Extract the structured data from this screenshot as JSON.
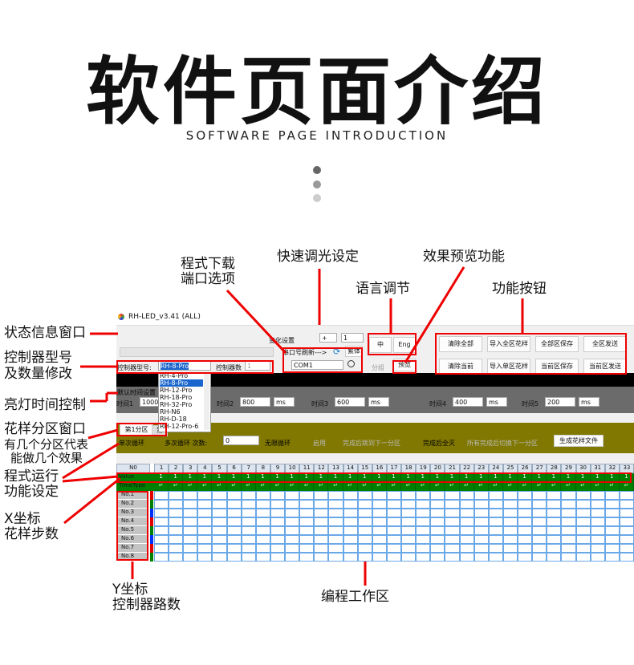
{
  "header": {
    "title": "软件页面介绍",
    "subtitle": "SOFTWARE PAGE INTRODUCTION"
  },
  "annotations": {
    "status": "状态信息窗口",
    "controller_1": "控制器型号",
    "controller_2": "及数量修改",
    "time": "亮灯时间控制",
    "partition": "花样分区窗口",
    "partition_d1": "有几个分区代表",
    "partition_d2": "能做几个效果",
    "run_1": "程式运行",
    "run_2": "功能设定",
    "x_1": "X坐标",
    "x_2": "花样步数",
    "y_1": "Y坐标",
    "y_2": "控制器路数",
    "workspace": "编程工作区",
    "port_1": "程式下载",
    "port_2": "端口选项",
    "dimming": "快速调光设定",
    "language": "语言调节",
    "preview": "效果预览功能",
    "buttons": "功能按钮"
  },
  "app": {
    "window_title": "RH-LED_v3.41  (ALL)",
    "change_label": "变化设置",
    "change_sign": "+",
    "change_value": "1",
    "port_refresh": "串口号刷新--->",
    "traditional": "繁体",
    "port": "COM1",
    "lang_zh": "中",
    "lang_en": "Eng",
    "group": "分组",
    "preview": "预览",
    "buttons": [
      "清除全部",
      "导入全区花样",
      "全部区保存",
      "全区发送",
      "清除当前",
      "导入单区花样",
      "当前区保存",
      "当前区发送"
    ],
    "controller_model_label": "控制器型号:",
    "controller_model": "RH-8-Pro",
    "controller_count_label": "控制器数",
    "controller_count": "1",
    "model_options": [
      "RH-4-Pro",
      "RH-8-Pro",
      "RH-12-Pro",
      "RH-18-Pro",
      "RH-32-Pro",
      "RH-N6",
      "RH-D-18",
      "RH-12-Pro-6"
    ],
    "default_time": "默认时间设置",
    "times": [
      {
        "label": "时间1",
        "value": "1000"
      },
      {
        "label": "时间2",
        "value": "800",
        "unit": "ms"
      },
      {
        "label": "时间3",
        "value": "600",
        "unit": "ms"
      },
      {
        "label": "时间4",
        "value": "400",
        "unit": "ms"
      },
      {
        "label": "时间5",
        "value": "200",
        "unit": "ms"
      }
    ],
    "tabs": [
      "第1分区",
      "第"
    ],
    "run": {
      "single": "单次循环",
      "multi": "多次循环 次数:",
      "count": "0",
      "infinite": "无限循环",
      "enable": "启用",
      "jump": "完成后跳到下一分区",
      "all_off": "完成后全灭",
      "switch": "所有完成后切换下一分区",
      "generate": "生成花样文件"
    },
    "grid": {
      "corner": "N0",
      "value_label": "Value",
      "timetype_label": "TimeType",
      "columns": 33,
      "value": "1",
      "timetype": "↵",
      "rows": [
        "No.1",
        "No.2",
        "No.3",
        "No.4",
        "No.5",
        "No.6",
        "No.7",
        "No.8"
      ],
      "row_colors": [
        "#e00000",
        "#008000",
        "#0030ff",
        "#e00000",
        "#008000",
        "#0030ff",
        "#e00000",
        "#008000"
      ]
    }
  },
  "colors": {
    "accent": "#e00000",
    "grid_green": "#008000",
    "olive": "#807800"
  }
}
